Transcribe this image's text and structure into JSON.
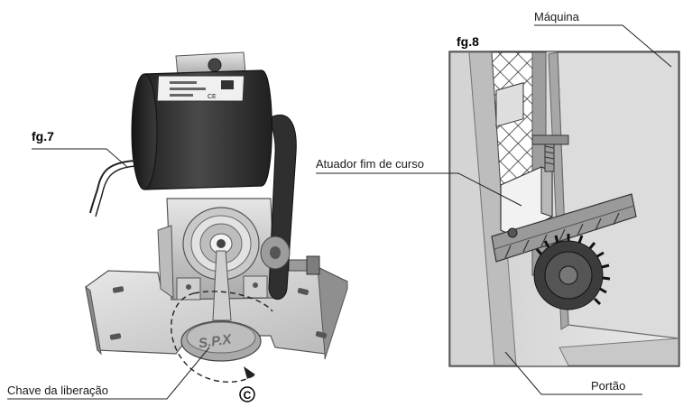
{
  "figure_left": {
    "fig_label": "fg.7",
    "callout_key": "Chave da liberação",
    "callout_c": "C",
    "motor_plate_marks": "CE"
  },
  "figure_right": {
    "fig_label": "fg.8",
    "callout_machine": "Máquina",
    "callout_actuator": "Atuador fim de curso",
    "callout_gate": "Portão"
  },
  "colors": {
    "motor_body": "#2b2b2b",
    "metal_light": "#d9d9d9",
    "metal_mid": "#b3b3b3",
    "metal_dark": "#6e6e6e",
    "ink": "#1a1a1a"
  }
}
